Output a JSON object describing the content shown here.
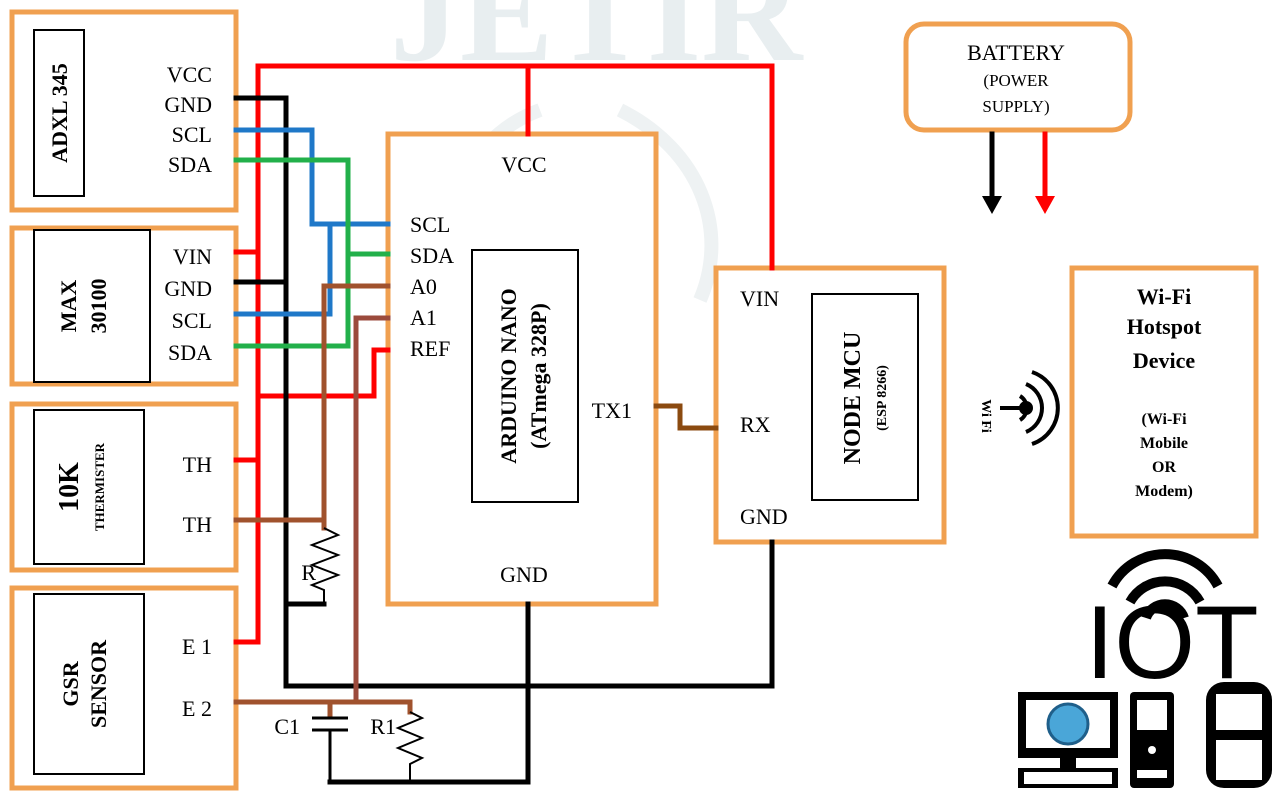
{
  "diagram": {
    "watermark": "JETIR",
    "colors": {
      "box_border": "#f0a050",
      "power": "#ff0000",
      "ground": "#000000",
      "scl": "#1f78c8",
      "sda": "#22b04a",
      "analog": "#a0522d",
      "serial": "#8b4a10"
    },
    "adxl": {
      "name": "ADXL 345",
      "pins": [
        "VCC",
        "GND",
        "SCL",
        "SDA"
      ]
    },
    "max": {
      "name_line1": "MAX",
      "name_line2": "30100",
      "pins": [
        "VIN",
        "GND",
        "SCL",
        "SDA"
      ]
    },
    "thermister": {
      "name_line1": "10K",
      "name_line2": "THERMISTER",
      "pins": [
        "TH",
        "TH"
      ]
    },
    "gsr": {
      "name_line1": "GSR",
      "name_line2": "SENSOR",
      "pins": [
        "E 1",
        "E 2"
      ]
    },
    "arduino": {
      "name_line1": "ARDUINO NANO",
      "name_line2": "(ATmega 328P)",
      "vcc": "VCC",
      "gnd": "GND",
      "pins": [
        "SCL",
        "SDA",
        "A0",
        "A1",
        "REF"
      ],
      "tx": "TX1"
    },
    "nodemcu": {
      "name_line1": "NODE MCU",
      "name_line2": "(ESP 8266)",
      "vin": "VIN",
      "rx": "RX",
      "gnd": "GND"
    },
    "battery": {
      "line1": "BATTERY",
      "line2": "(POWER",
      "line3": "SUPPLY)"
    },
    "hotspot": {
      "line1": "Wi-Fi",
      "line2": "Hotspot",
      "line3": "Device",
      "line4": "(Wi-Fi",
      "line5": "Mobile",
      "line6": "OR",
      "line7": "Modem)"
    },
    "wifi_label": "Wi Fi",
    "resistor_r": "R",
    "capacitor_c1": "C1",
    "resistor_r1": "R1",
    "iot_logo": "IOT",
    "devices": [
      "desktop-computer-icon",
      "cpu-tower-icon",
      "mobile-phone-icon"
    ]
  }
}
